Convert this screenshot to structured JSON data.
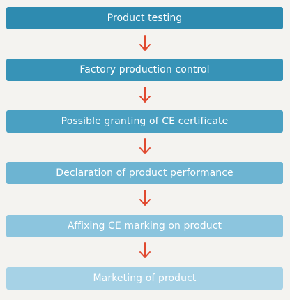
{
  "flow": {
    "steps": [
      {
        "label": "Product testing",
        "color": "#2e8bb0"
      },
      {
        "label": "Factory production control",
        "color": "#3793b7"
      },
      {
        "label": "Possible granting of CE certificate",
        "color": "#4aa0c2"
      },
      {
        "label": "Declaration of product performance",
        "color": "#6db4d2"
      },
      {
        "label": "Affixing CE marking on product",
        "color": "#8cc5de"
      },
      {
        "label": "Marketing of product",
        "color": "#a6d2e6"
      }
    ],
    "arrow_color": "#e0492f",
    "arrow_icon": "arrow-down-icon"
  }
}
